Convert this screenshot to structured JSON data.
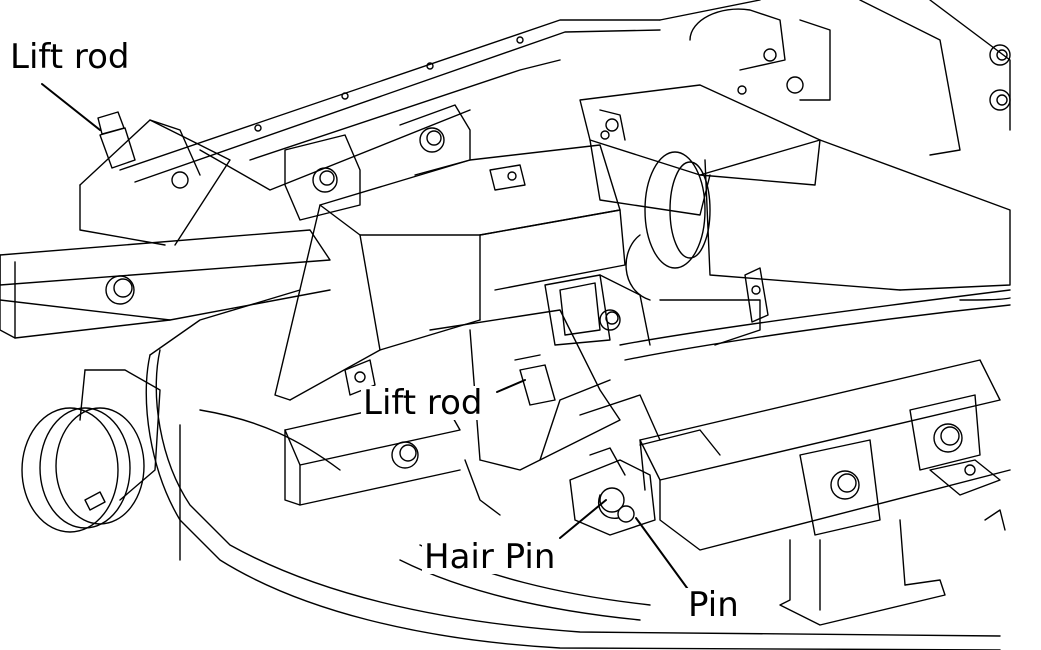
{
  "diagram": {
    "callouts": {
      "lift_rod_rear": "Lift rod",
      "lift_rod_front": "Lift rod",
      "hair_pin": "Hair Pin",
      "pin": "Pin"
    },
    "colors": {
      "line": "#000000",
      "background": "#ffffff",
      "shade": "#d8d8d8"
    }
  }
}
